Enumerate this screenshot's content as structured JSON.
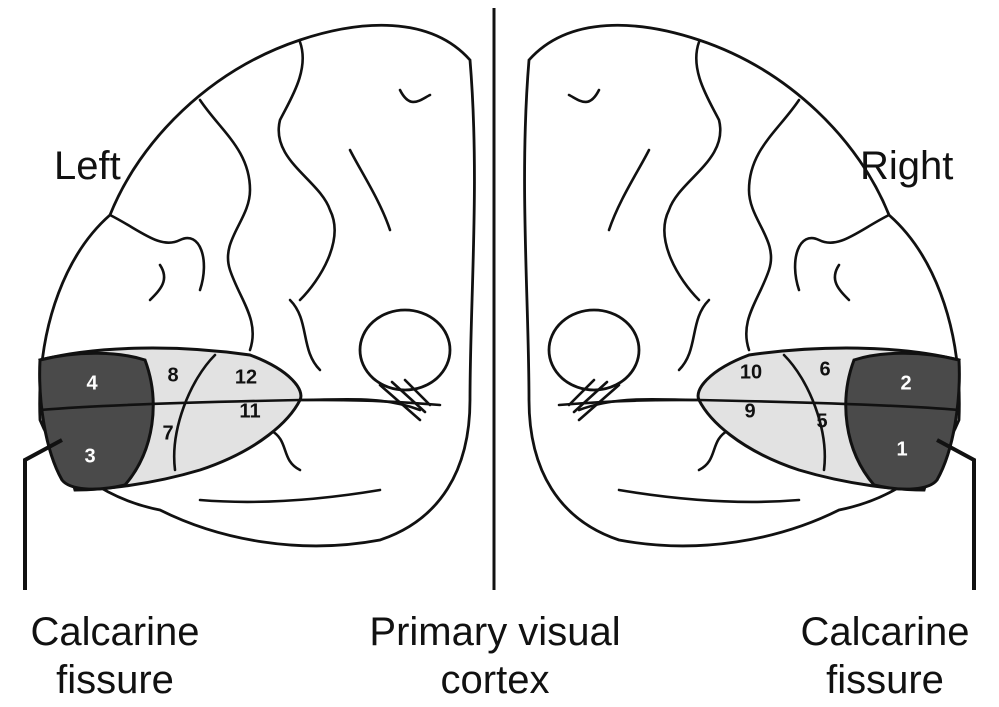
{
  "hemispheres": {
    "left": {
      "label": "Left",
      "callout": [
        "Calcarine",
        "fissure"
      ]
    },
    "right": {
      "label": "Right",
      "callout": [
        "Calcarine",
        "fissure"
      ]
    }
  },
  "center_label": [
    "Primary visual",
    "cortex"
  ],
  "regions": {
    "left": [
      "4",
      "3",
      "8",
      "7",
      "12",
      "11"
    ],
    "right": [
      "2",
      "1",
      "6",
      "5",
      "10",
      "9"
    ]
  },
  "colors": {
    "dark_region": "#4a4a4a",
    "light_region": "#e2e2e2",
    "line": "#111111",
    "background": "#ffffff"
  }
}
